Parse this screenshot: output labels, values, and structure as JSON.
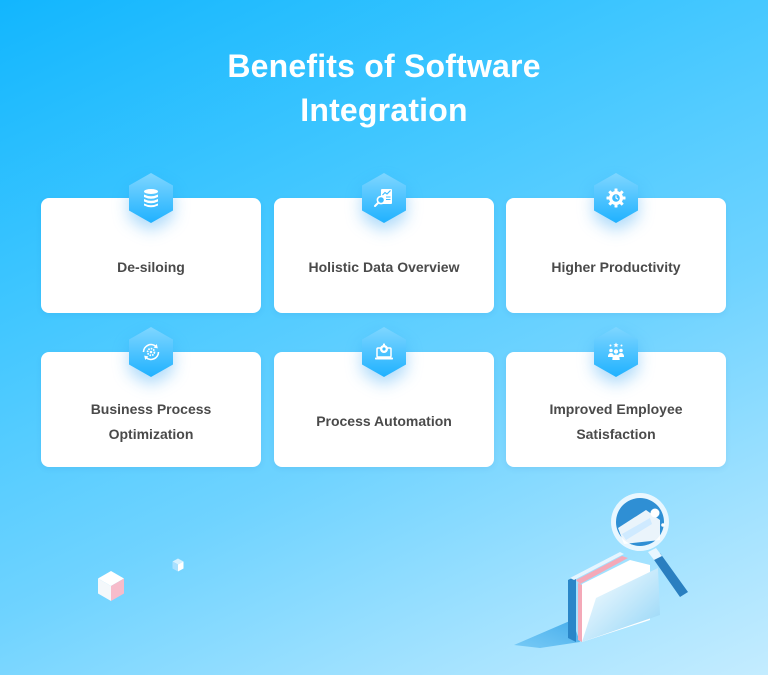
{
  "header": {
    "title_line1": "Benefits of Software",
    "title_line2": "Integration"
  },
  "cards": [
    {
      "label": "De-siloing",
      "icon": "database-icon"
    },
    {
      "label": "Holistic Data Overview",
      "icon": "report-magnifier-icon"
    },
    {
      "label": "Higher Productivity",
      "icon": "gear-clock-icon"
    },
    {
      "label": "Business Process Optimization",
      "icon": "gear-cycle-icon"
    },
    {
      "label": "Process Automation",
      "icon": "laptop-gear-icon"
    },
    {
      "label": "Improved Employee Satisfaction",
      "icon": "team-stars-icon"
    }
  ],
  "colors": {
    "background_start": "#12b6fe",
    "background_end": "#c4ecff",
    "hex_top": "#7fd6ff",
    "hex_bottom": "#1fb1ff",
    "card_text": "#4a4a4a",
    "title_text": "#ffffff"
  }
}
